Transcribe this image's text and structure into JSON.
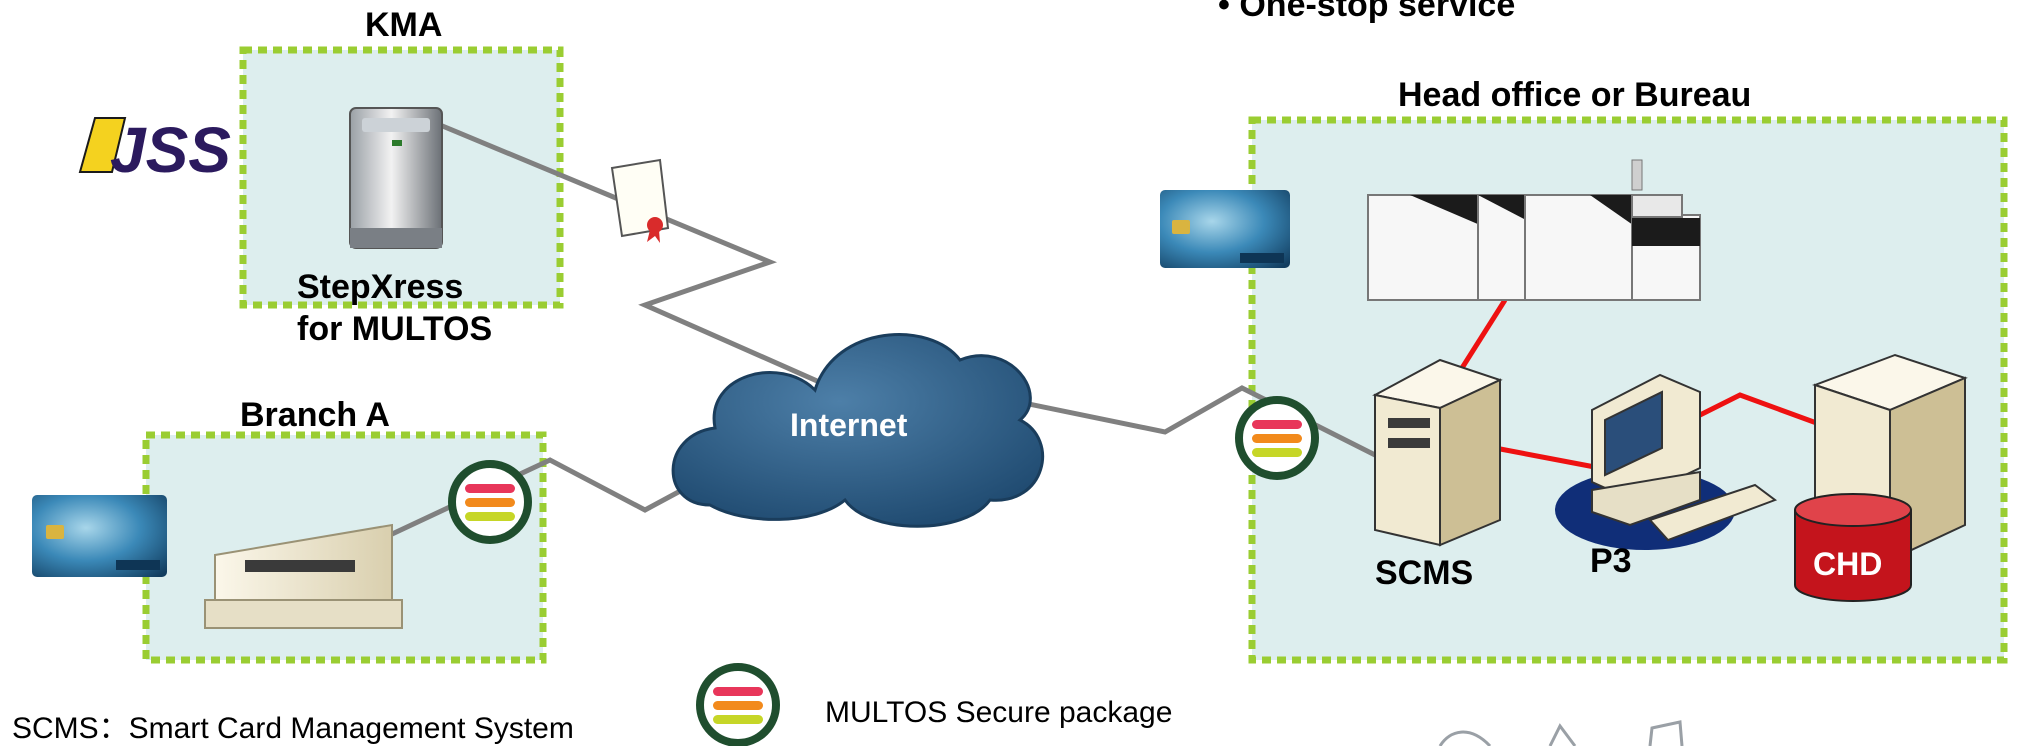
{
  "header": {
    "bullet": "One-stop service"
  },
  "kma": {
    "title": "KMA",
    "product_line1": "StepXress",
    "product_line2": "for MULTOS"
  },
  "logo": {
    "name": "jss-logo"
  },
  "branch": {
    "title": "Branch A"
  },
  "head_office": {
    "title": "Head office or Bureau",
    "scms": "SCMS",
    "p3": "P3",
    "chd": "CHD"
  },
  "internet": {
    "label": "Internet"
  },
  "footer": {
    "scms_def": "SCMS：Smart Card Management System",
    "legend": "MULTOS Secure package"
  },
  "colors": {
    "dotted_border": "#9acd32",
    "box_fill": "#ddeeee",
    "cloud": "#2d5f88",
    "red_link": "#ee1111",
    "gray_link": "#808080",
    "ring": "#1f4e2e",
    "stripe_red": "#e8365a",
    "stripe_orange": "#f28a1c",
    "stripe_lime": "#c6d627"
  }
}
